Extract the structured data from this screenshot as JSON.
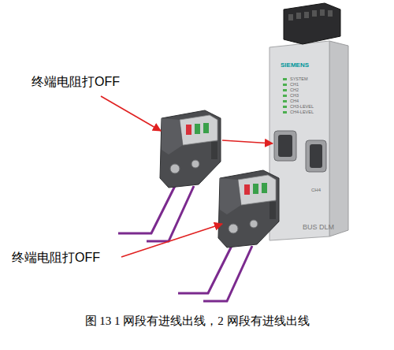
{
  "diagram": {
    "caption": "图 13 1 网段有进线出线，2 网段有进线出线",
    "labels": [
      "终端电阻打OFF",
      "终端电阻打OFF",
      "SIEMENS",
      "SYSTEM",
      "CH1",
      "CH2",
      "CH3",
      "CH4",
      "CH3-LEVEL",
      "CH4-LEVEL",
      "CH4",
      "BUS DLM"
    ]
  }
}
